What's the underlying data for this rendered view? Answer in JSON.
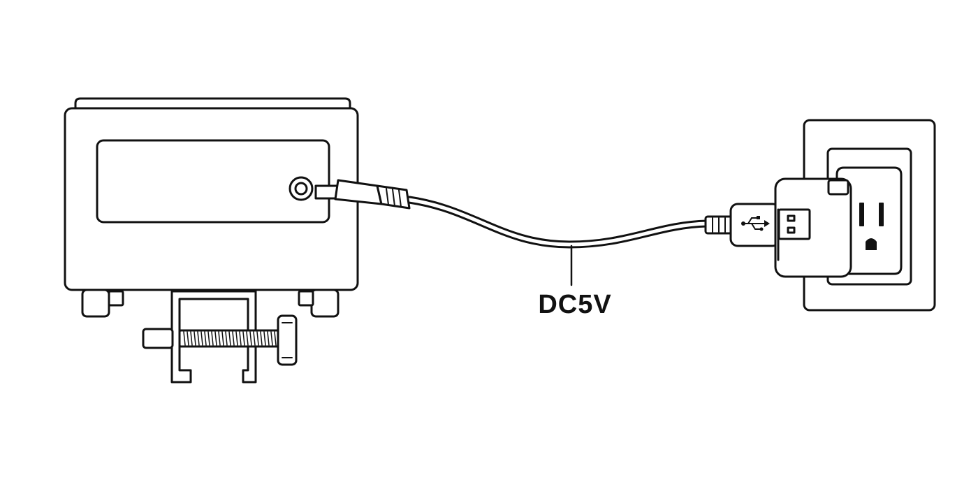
{
  "diagram": {
    "cable_label": "DC5V",
    "colors": {
      "line": "#111111",
      "background": "#ffffff"
    },
    "components": [
      "device-box",
      "mount-clamp",
      "dc-barrel-plug",
      "usb-cable",
      "usb-power-adapter",
      "wall-outlet"
    ]
  }
}
